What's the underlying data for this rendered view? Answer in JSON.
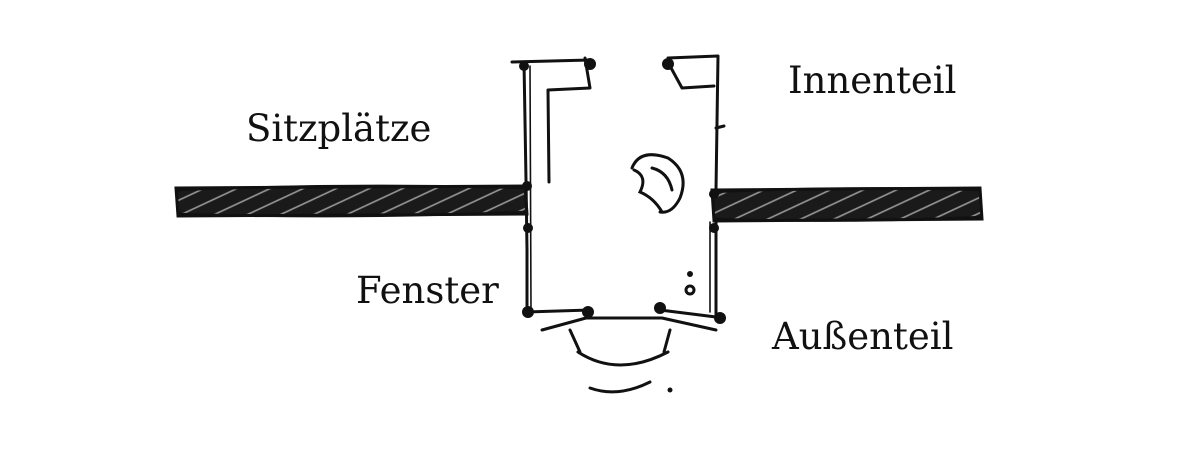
{
  "labels": {
    "sitzplaetze": "Sitzplätze",
    "innenteil": "Innenteil",
    "fenster": "Fenster",
    "aussenteil": "Außenteil"
  },
  "colors": {
    "ink": "#111111",
    "background": "#ffffff"
  }
}
